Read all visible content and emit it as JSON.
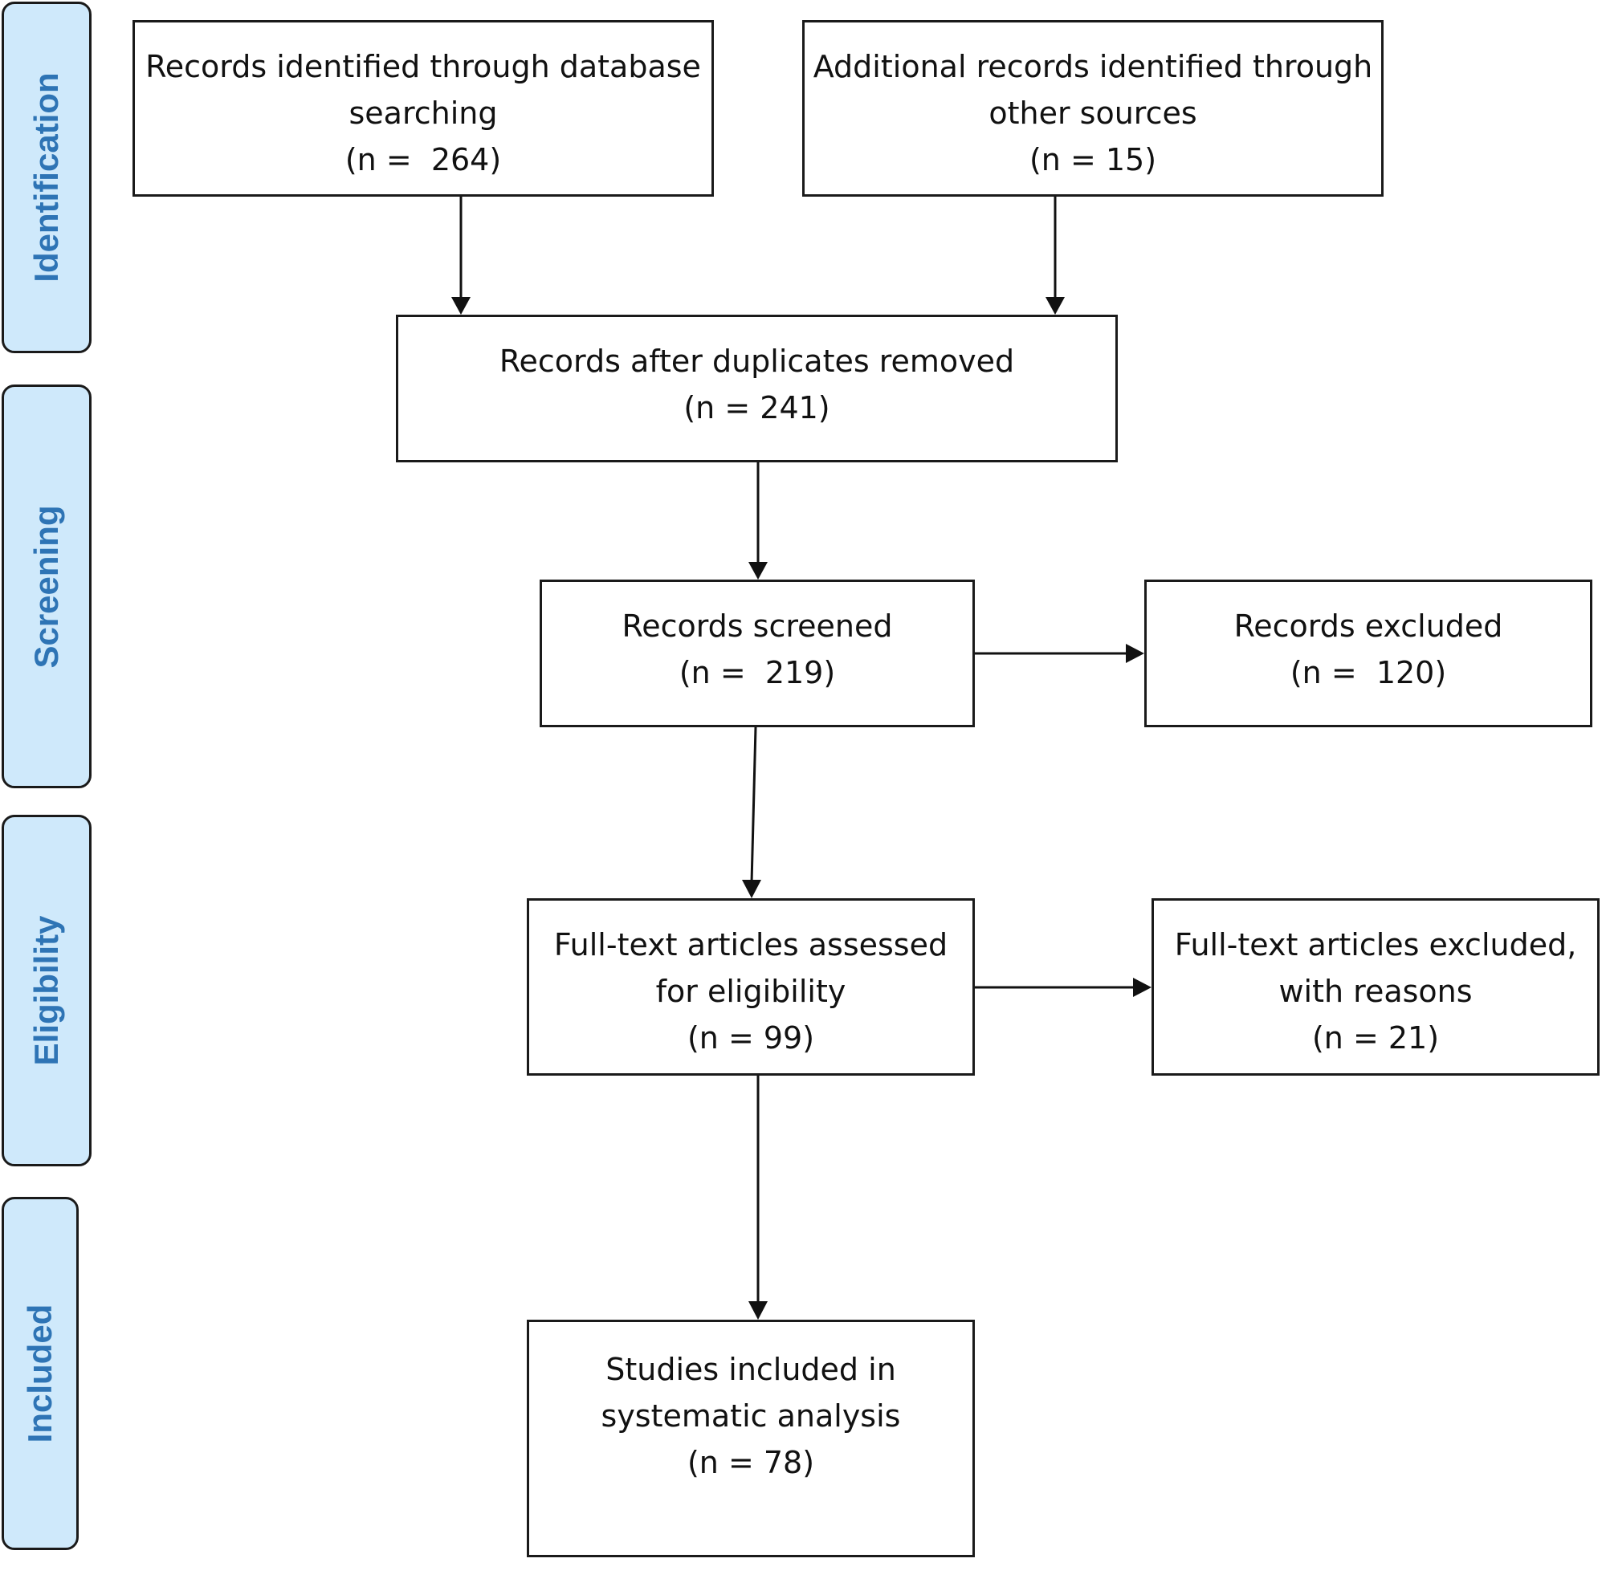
{
  "phases": {
    "identification": "Identification",
    "screening": "Screening",
    "eligibility": "Eligibility",
    "included": "Included"
  },
  "boxes": {
    "database": {
      "line1": "Records identified through database",
      "line2": "searching",
      "line3": "(n =  264)"
    },
    "other_sources": {
      "line1": "Additional records identified through",
      "line2": "other sources",
      "line3": "(n = 15)"
    },
    "duplicates_removed": {
      "line1": "Records after duplicates removed",
      "line2": "(n = 241)"
    },
    "screened": {
      "line1": "Records screened",
      "line2": "(n =  219)"
    },
    "excluded": {
      "line1": "Records excluded",
      "line2": "(n =  120)"
    },
    "fulltext_assessed": {
      "line1": "Full-text articles assessed",
      "line2": "for eligibility",
      "line3": "(n = 99)"
    },
    "fulltext_excluded": {
      "line1": "Full-text articles excluded,",
      "line2": "with reasons",
      "line3": "(n = 21)"
    },
    "included_studies": {
      "line1": "Studies included in",
      "line2": "systematic analysis",
      "line3": "(n = 78)"
    }
  },
  "colors": {
    "phase_fill": "#cfe9fb",
    "phase_text": "#2e74b5",
    "border": "#1a1a1a"
  }
}
